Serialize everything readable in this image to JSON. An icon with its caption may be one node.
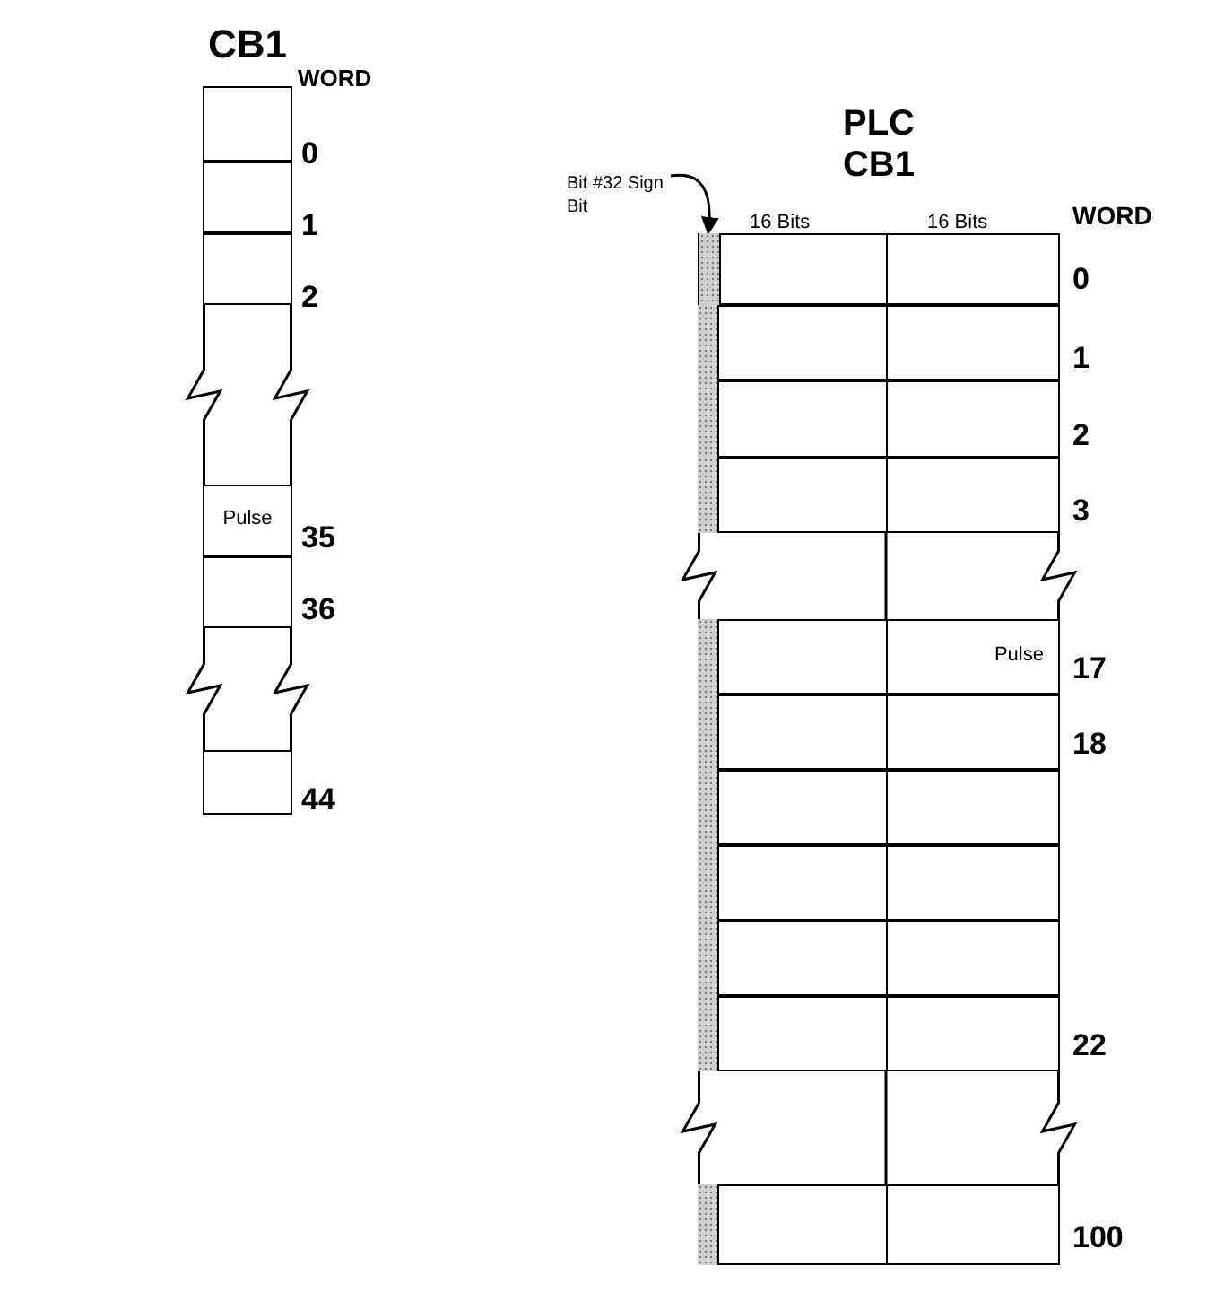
{
  "diagram": {
    "nodes": [
      {
        "text": [
          "CB1"
        ]
      },
      {
        "text": [],
        "shape": "box",
        "in": 0
      },
      {
        "text": [],
        "shape": "box",
        "in": 0
      },
      {
        "text": [],
        "shape": "box",
        "in": 0
      },
      {
        "text": [
          "Pulse"
        ],
        "in": 0
      },
      {
        "text": [],
        "shape": "box",
        "in": 0
      },
      {
        "text": [],
        "shape": "box",
        "in": 0
      },
      {
        "text": [
          "PLC CB1"
        ]
      },
      {
        "text": [
          "Bit #32 Sign Bit"
        ]
      },
      {
        "text": [],
        "shape": "box",
        "in": 7
      },
      {
        "text": [],
        "shape": "box",
        "in": 7
      },
      {
        "text": [],
        "shape": "box",
        "in": 7
      },
      {
        "text": [],
        "shape": "box",
        "in": 7
      },
      {
        "text": [
          "Pulse"
        ],
        "in": 7
      },
      {
        "text": [],
        "shape": "box",
        "in": 7
      },
      {
        "text": [],
        "shape": "box",
        "in": 7
      },
      {
        "text": [],
        "shape": "box",
        "in": 7
      },
      {
        "text": [],
        "shape": "box",
        "in": 7
      },
      {
        "text": [],
        "shape": "box",
        "in": 7
      },
      {
        "text": [],
        "shape": "box",
        "in": 7
      },
      {
        "text": [],
        "shape": "bar",
        "in": 9
      }
    ],
    "edges": [
      {
        "from": 8,
        "to": 20,
        "arrow": "to"
      }
    ],
    "labels": [
      "WORD",
      "0",
      "1",
      "2",
      "35",
      "36",
      "44",
      "16 Bits",
      "16 Bits",
      "WORD",
      "0",
      "1",
      "2",
      "3",
      "17",
      "18",
      "22",
      "100"
    ]
  }
}
